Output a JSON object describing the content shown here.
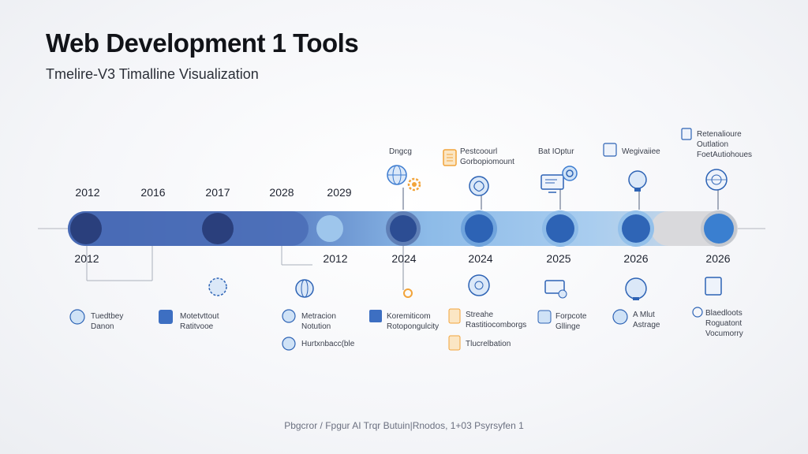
{
  "title": "Web Development 1 Tools",
  "subtitle": "Tmelire-V3 Timalline Visualization",
  "top_years": [
    "2012",
    "2016",
    "2017",
    "2028",
    "2029"
  ],
  "bottom_years": [
    "2012",
    "2012",
    "2024",
    "2024",
    "2025",
    "2026",
    "2026"
  ],
  "top_labels": [
    [
      "Dngcg"
    ],
    [
      "Pestcoourl",
      "Gorbopiomount"
    ],
    [
      "Bat IOptur"
    ],
    [
      "Wegivaiiee"
    ],
    [
      "Retenalioure",
      "Outlation",
      "FoetAutiohoues"
    ]
  ],
  "bottom_labels": [
    [
      "Tuedtbey",
      "Danon"
    ],
    [
      "Motetvttout",
      "Ratitvooe"
    ],
    [
      "Metracion",
      "Notution"
    ],
    [
      "Hurtxnbacc(ble"
    ],
    [
      "Koremiticom",
      "Rotopongulcity"
    ],
    [
      "Streahe",
      "Rastitiocomborgs"
    ],
    [
      "Tlucrelbation"
    ],
    [
      "Forpcote",
      "Gllinge"
    ],
    [
      "A Mlut",
      "Astrage"
    ],
    [
      "Blaedloots",
      "Roguatont",
      "Vocumorry"
    ]
  ],
  "footer": "Pbgcror / Fpgur AI Trqr Butuin|Rnodos, 1+03 Psyrsyfen 1",
  "colors": {
    "accent_dark": "#2e4fa0",
    "accent": "#3d7cd0",
    "accent_light": "#a9cdef",
    "track_gray": "#d9d9dc",
    "icon_orange": "#f2a43a"
  },
  "icons": [
    "globe-icon",
    "gear-icon",
    "brain-icon",
    "monitor-icon",
    "document-icon",
    "puzzle-icon",
    "lightbulb-icon"
  ]
}
